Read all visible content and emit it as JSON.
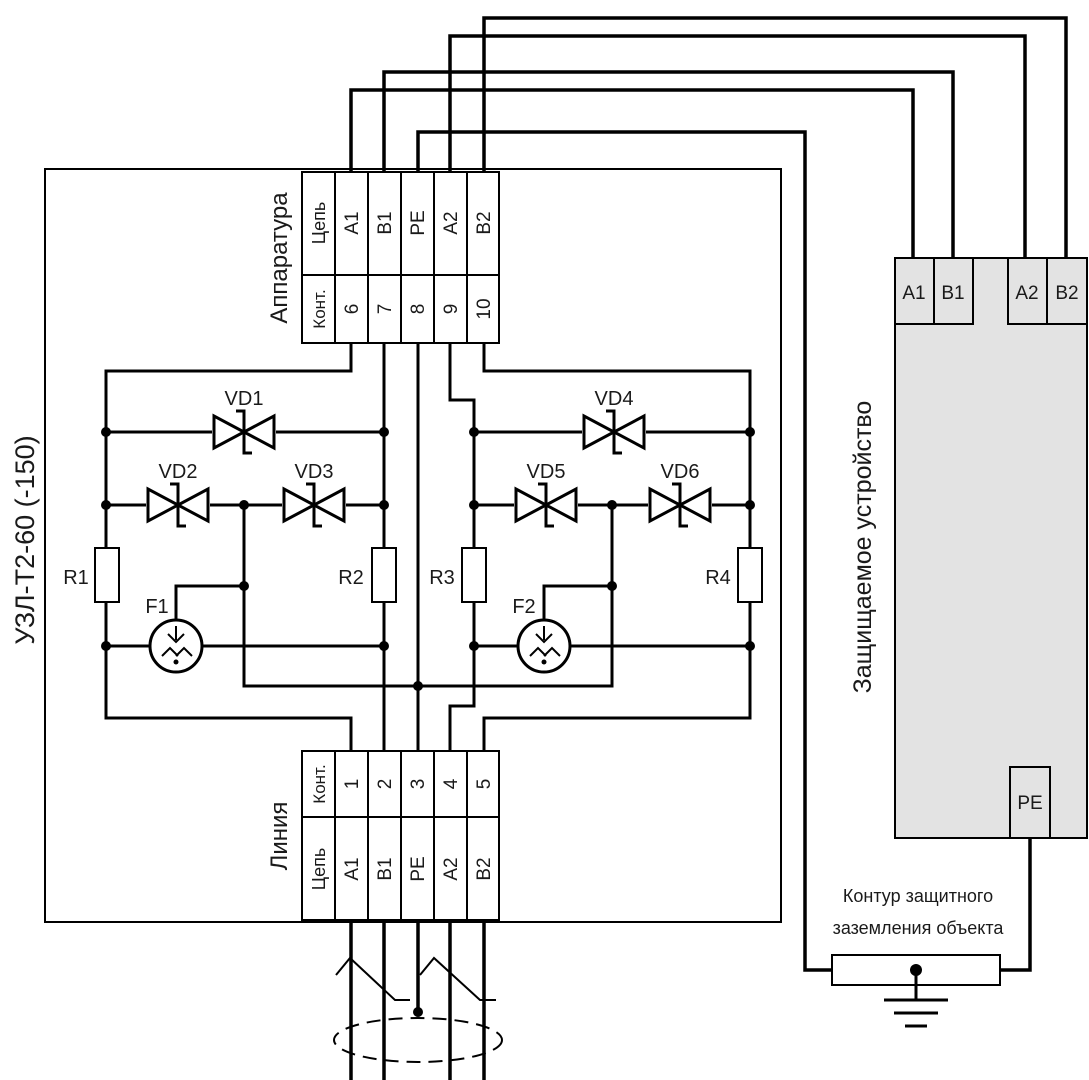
{
  "block": {
    "title": "УЗЛ-Т2-60 (-150)"
  },
  "top_block": {
    "label": "Аппаратура",
    "row_circuit": "Цепь",
    "row_contact": "Конт.",
    "circuits": [
      "A1",
      "B1",
      "PE",
      "A2",
      "B2"
    ],
    "contacts": [
      "6",
      "7",
      "8",
      "9",
      "10"
    ]
  },
  "bottom_block": {
    "label": "Линия",
    "row_contact": "Конт.",
    "row_circuit": "Цепь",
    "contacts": [
      "1",
      "2",
      "3",
      "4",
      "5"
    ],
    "circuits": [
      "A1",
      "B1",
      "PE",
      "A2",
      "B2"
    ]
  },
  "components": {
    "diodes": [
      "VD1",
      "VD2",
      "VD3",
      "VD4",
      "VD5",
      "VD6"
    ],
    "resistors": [
      "R1",
      "R2",
      "R3",
      "R4"
    ],
    "arresters": [
      "F1",
      "F2"
    ]
  },
  "protected_device": {
    "label": "Защищаемое устройство",
    "terminals": [
      "A1",
      "B1",
      "A2",
      "B2"
    ],
    "pe": "PE"
  },
  "ground": {
    "label_line1": "Контур защитного",
    "label_line2": "заземления объекта"
  },
  "colors": {
    "line": "#000000",
    "device_fill": "#e3e3e3",
    "text": "#1a1a1a"
  }
}
